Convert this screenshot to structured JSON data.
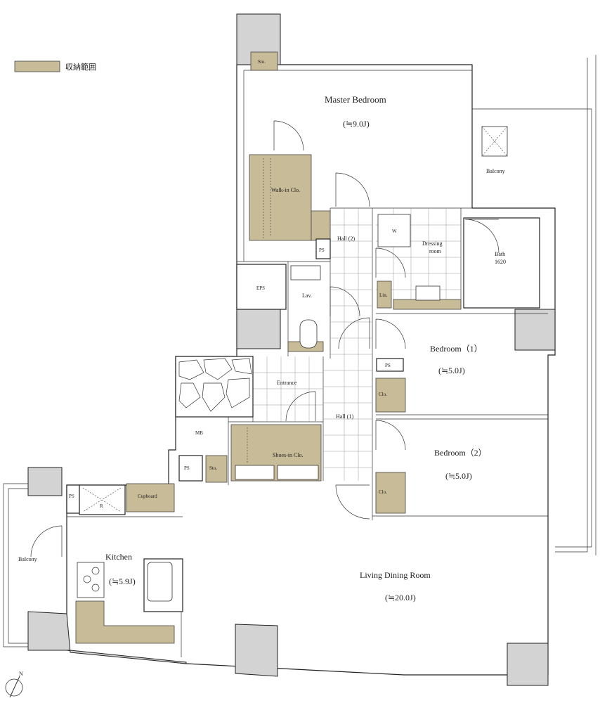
{
  "legend": {
    "storage_label": "収納範囲",
    "storage_color": "#c8bb98"
  },
  "rooms": {
    "master_bedroom": {
      "name": "Master Bedroom",
      "size": "(≒9.0J)"
    },
    "bedroom1": {
      "name": "Bedroom（1）",
      "size": "(≒5.0J)"
    },
    "bedroom2": {
      "name": "Bedroom（2）",
      "size": "(≒5.0J)"
    },
    "kitchen": {
      "name": "Kitchen",
      "size": "(≒5.9J)"
    },
    "living": {
      "name": "Living Dining Room",
      "size": "(≒20.0J)"
    },
    "hall1": "Hall (1)",
    "hall2": "Hall (2)",
    "entrance": "Entrance",
    "lav": "Lav.",
    "dressing_line1": "Dressing",
    "dressing_line2": "room",
    "bath_line1": "Bath",
    "bath_line2": "1620",
    "balcony_east": "Balcony",
    "balcony_west": "Balcony"
  },
  "storage": {
    "walkin": "Walk-in Clo.",
    "shoes": "Shoes-in Clo.",
    "cupboard": "Cupboard",
    "sto_top": "Sto.",
    "sto_mid": "Sto.",
    "lin": "Lin.",
    "clo1": "Clo.",
    "clo2": "Clo."
  },
  "utility": {
    "ps_hall": "PS",
    "ps_bed1": "PS",
    "ps_entry": "PS",
    "ps_kitchen": "PS",
    "eps": "EPS",
    "mb": "MB",
    "w": "W",
    "r": "R"
  },
  "compass": "N"
}
